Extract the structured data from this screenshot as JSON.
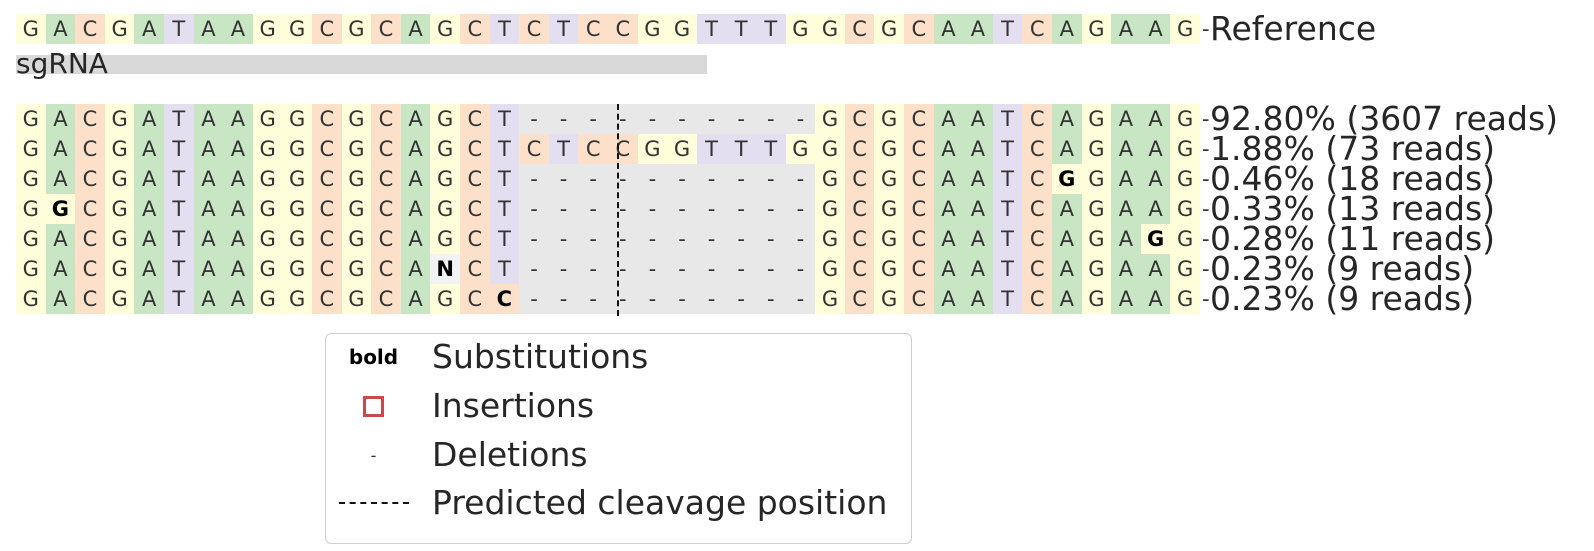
{
  "colors": {
    "A": "#c8e6c3",
    "C": "#fde0c9",
    "G": "#fefedb",
    "T": "#e3def0",
    "-": "#e8e8e8",
    "N": "#f2f2f2",
    "cut": "#111111",
    "insertion": "#c84b4b",
    "sgrna": "#d9d9d9"
  },
  "reference": {
    "sequence": "GACGATAAGGCGCAGCTCTCCGGTTTGGCGCAATCAGAAG",
    "trail": "-",
    "label": "Reference"
  },
  "sgrna": {
    "label": "sgRNA"
  },
  "alleles": [
    {
      "sequence": "GACGATAAGGCGCAGCT----------GCGCAATCAGAAG",
      "bold": [],
      "label": "92.80% (3607 reads)"
    },
    {
      "sequence": "GACGATAAGGCGCAGCTCTCCGGTTTGGCGCAATCAGAAG",
      "bold": [],
      "label": "1.88% (73 reads)"
    },
    {
      "sequence": "GACGATAAGGCGCAGCT----------GCGCAATCGGAAG",
      "bold": [
        35
      ],
      "label": "0.46% (18 reads)"
    },
    {
      "sequence": "GGCGATAAGGCGCAGCT----------GCGCAATCAGAAG",
      "bold": [
        1
      ],
      "label": "0.33% (13 reads)"
    },
    {
      "sequence": "GACGATAAGGCGCAGCT----------GCGCAATCAGAGG",
      "bold": [
        38
      ],
      "label": "0.28% (11 reads)"
    },
    {
      "sequence": "GACGATAAGGCGCANCT----------GCGCAATCAGAAG",
      "bold": [
        14
      ],
      "label": "0.23% (9 reads)"
    },
    {
      "sequence": "GACGATAAGGCGCAGCC----------GCGCAATCAGAAG",
      "bold": [
        16
      ],
      "label": "0.23% (9 reads)"
    }
  ],
  "legend": {
    "bold_key": "bold",
    "substitutions": "Substitutions",
    "insertions": "Insertions",
    "deletions_key": "-",
    "deletions": "Deletions",
    "cleavage": "Predicted cleavage position"
  }
}
